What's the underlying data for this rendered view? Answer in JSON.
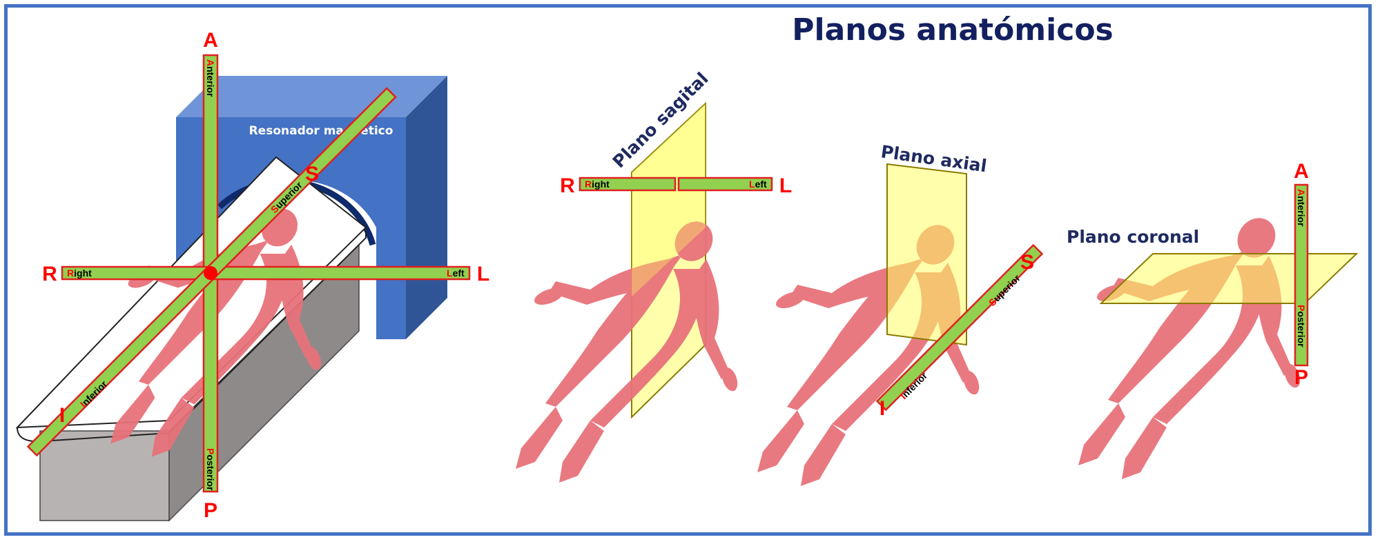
{
  "title": "Planos anatómicos",
  "scanner": {
    "label": "Resonador magnético",
    "axes": {
      "anterior": {
        "letter": "A",
        "first": "A",
        "rest": "nterior"
      },
      "posterior": {
        "letter": "P",
        "first": "P",
        "rest": "osterior"
      },
      "right": {
        "letter": "R",
        "first": "R",
        "rest": "ight"
      },
      "left": {
        "letter": "L",
        "first": "L",
        "rest": "eft"
      },
      "superior": {
        "letter": "S",
        "first": "S",
        "rest": "uperior"
      },
      "inferior": {
        "letter": "I",
        "first": "I",
        "rest": "nferior"
      }
    }
  },
  "sagittal": {
    "label": "Plano sagital",
    "right": {
      "letter": "R",
      "first": "R",
      "rest": "ight"
    },
    "left": {
      "letter": "L",
      "first": "L",
      "rest": "eft"
    }
  },
  "axial": {
    "label": "Plano axial",
    "superior": {
      "letter": "S",
      "first": "S",
      "rest": "uperior"
    },
    "inferior": {
      "letter": "I",
      "first": "I",
      "rest": "nferior"
    }
  },
  "coronal": {
    "label": "Plano coronal",
    "anterior": {
      "letter": "A",
      "first": "A",
      "rest": "nterior"
    },
    "posterior": {
      "letter": "P",
      "first": "P",
      "rest": "osterior"
    }
  },
  "colors": {
    "frame": "#4472c4",
    "axis_bar": "#92d050",
    "axis_border": "#e02020",
    "plane": "#ffff66",
    "body": "#e8727a",
    "scanner_front": "#4472c4",
    "scanner_side": "#2f5597",
    "scanner_top": "#6f95d8",
    "title": "#132060"
  }
}
